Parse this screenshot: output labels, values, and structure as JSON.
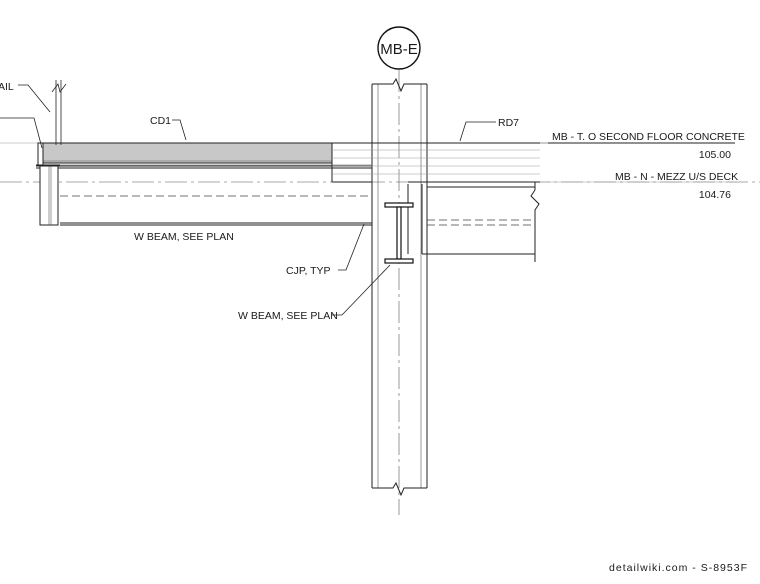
{
  "grid_bubble": {
    "label": "MB-E"
  },
  "labels": {
    "detail_partial": "AIL",
    "cd1": "CD1",
    "rd7": "RD7",
    "w_beam_left": "W BEAM, SEE PLAN",
    "cjp": "CJP, TYP",
    "w_beam_lower": "W BEAM, SEE PLAN"
  },
  "elevations": [
    {
      "name": "MB - T. O SECOND FLOOR CONCRETE",
      "value": "105.00"
    },
    {
      "name": "MB - N - MEZZ U/S DECK",
      "value": "104.76"
    }
  ],
  "watermark": "detailwiki.com - S-8953F",
  "colors": {
    "line": "#222222",
    "slab_fill": "#c8c8c8",
    "ground": "#ffffff"
  }
}
